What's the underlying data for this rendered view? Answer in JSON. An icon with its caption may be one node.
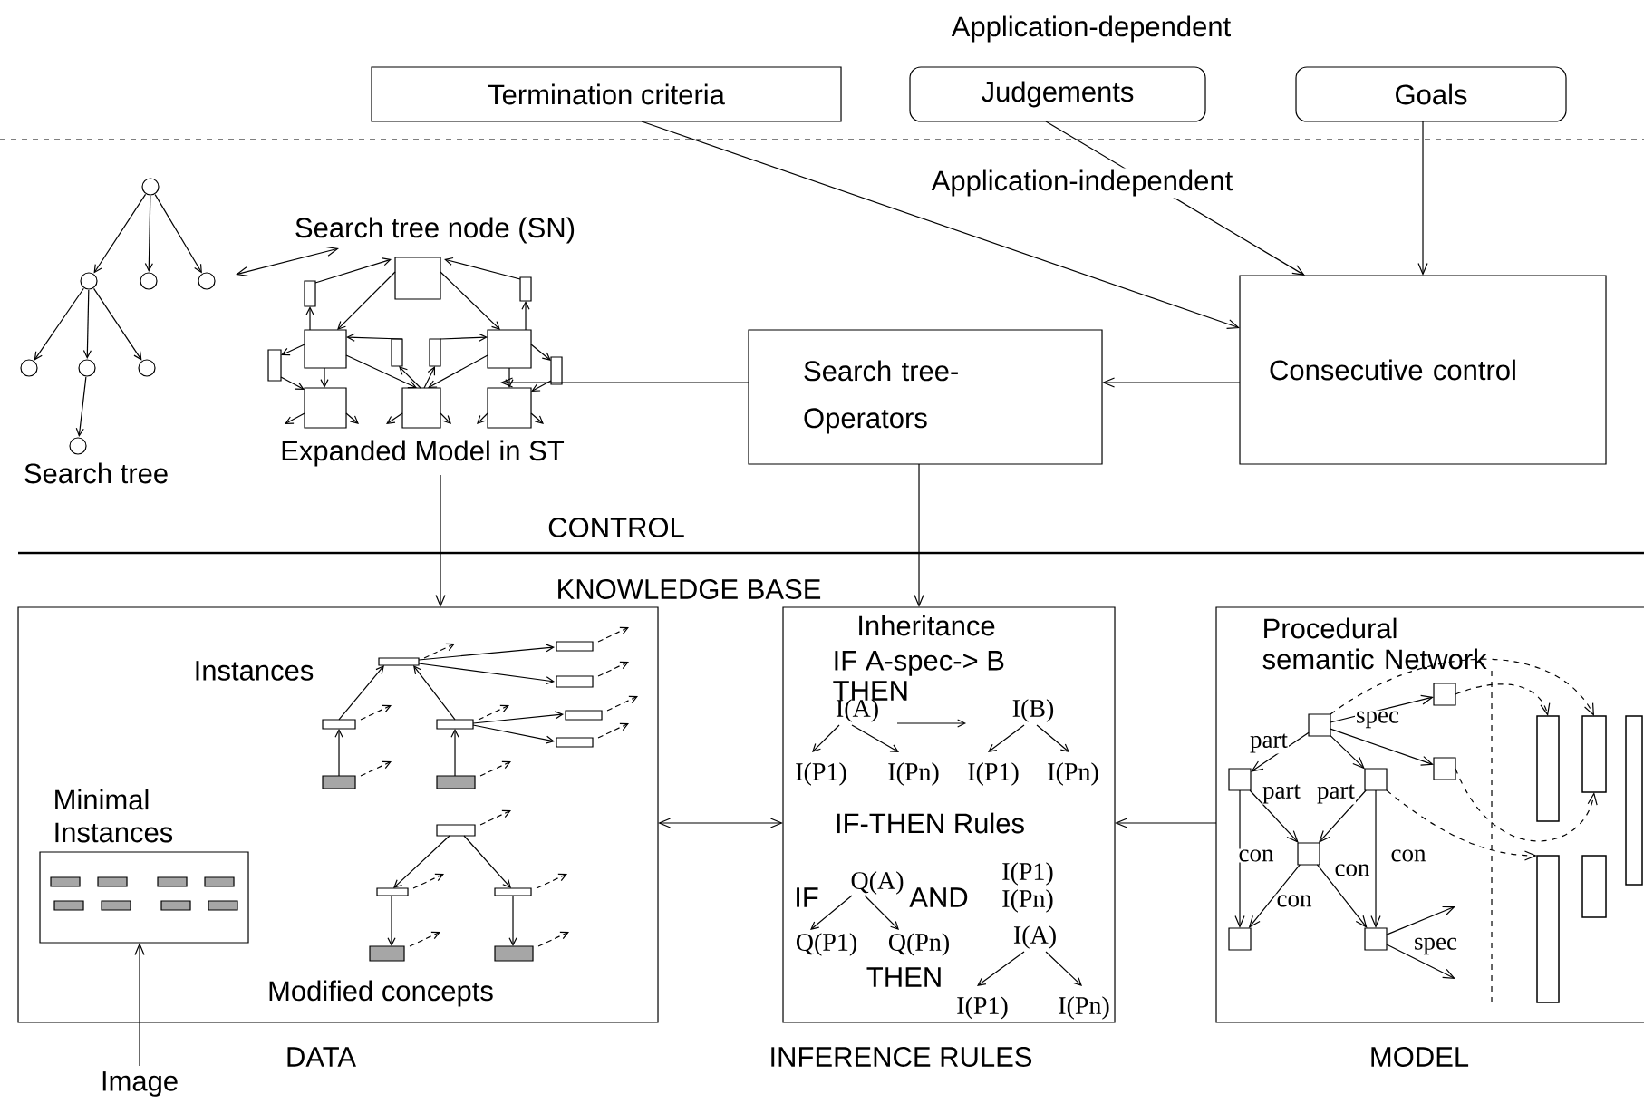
{
  "diagram": {
    "nodes": [
      {
        "text": [
          "Termination criteria"
        ]
      },
      {
        "text": [
          "Judgements"
        ]
      },
      {
        "text": [
          "Goals"
        ]
      },
      {
        "text": [
          "Consecutive control"
        ]
      },
      {
        "text": [
          "Search tree- Operators"
        ]
      },
      {
        "text": [
          "Search tree"
        ]
      },
      {
        "text": [
          "Search tree node (SN)",
          "Expanded Model in ST"
        ]
      },
      {
        "text": [
          "Instances",
          "Modified concepts"
        ],
        "beside": [
          "DATA"
        ]
      },
      {
        "text": [
          "Minimal Instances"
        ],
        "in": 7
      },
      {
        "text": [
          "Image"
        ]
      },
      {
        "text": [
          "Inheritance",
          "IF A-spec-> B",
          "THEN",
          "I(A)",
          "I(B)",
          "I(P1)",
          "I(Pn)",
          "I(P1)",
          "I(Pn)",
          "IF-THEN Rules",
          "IF",
          "Q(A)",
          "AND",
          "I(P1)",
          "I(Pn)",
          "Q(P1)",
          "Q(Pn)",
          "I(A)",
          "THEN",
          "I(P1)",
          "I(Pn)"
        ],
        "beside": [
          "INFERENCE RULES"
        ]
      },
      {
        "text": [
          "Procedural semantic Network"
        ],
        "beside": [
          "MODEL"
        ]
      },
      {
        "text": [],
        "shape": "box",
        "in": 11
      },
      {
        "text": [],
        "shape": "box",
        "in": 11
      },
      {
        "text": [],
        "shape": "box",
        "in": 11
      },
      {
        "text": [],
        "shape": "box",
        "in": 11
      },
      {
        "text": [],
        "shape": "box",
        "in": 11
      },
      {
        "text": [],
        "shape": "box",
        "in": 11
      },
      {
        "text": [],
        "shape": "box",
        "in": 11
      },
      {
        "text": [],
        "shape": "box",
        "in": 11
      },
      {
        "text": [],
        "shape": "bar",
        "in": 11
      },
      {
        "text": [],
        "shape": "bar",
        "in": 11
      },
      {
        "text": [],
        "shape": "bar",
        "in": 11
      },
      {
        "text": [],
        "shape": "bar",
        "in": 11
      },
      {
        "text": [],
        "shape": "bar",
        "in": 11
      }
    ],
    "edges": [
      {
        "from": 0,
        "to": 3,
        "arrow": "to"
      },
      {
        "from": 1,
        "to": 3,
        "arrow": "to"
      },
      {
        "from": 2,
        "to": 3,
        "arrow": "to"
      },
      {
        "from": 3,
        "to": 4,
        "arrow": "to"
      },
      {
        "from": 4,
        "to": 6,
        "arrow": "to"
      },
      {
        "from": 5,
        "to": 6,
        "arrow": "both"
      },
      {
        "from": 6,
        "to": 7,
        "arrow": "to"
      },
      {
        "from": 4,
        "to": 10,
        "arrow": "to"
      },
      {
        "from": 7,
        "to": 10,
        "arrow": "both"
      },
      {
        "from": 11,
        "to": 10,
        "arrow": "to"
      },
      {
        "from": 9,
        "to": 8,
        "arrow": "to"
      },
      {
        "from": 12,
        "to": 13,
        "arrow": "to",
        "label": "spec"
      },
      {
        "from": 12,
        "to": 14,
        "arrow": "to"
      },
      {
        "from": 12,
        "to": 15,
        "arrow": "to",
        "label": "part"
      },
      {
        "from": 12,
        "to": 16,
        "arrow": "to"
      },
      {
        "from": 15,
        "to": 17,
        "arrow": "to",
        "label": "part"
      },
      {
        "from": 16,
        "to": 17,
        "arrow": "to",
        "label": "part"
      },
      {
        "from": 15,
        "to": 18,
        "arrow": "to",
        "label": "con"
      },
      {
        "from": 16,
        "to": 19,
        "arrow": "to",
        "label": "con"
      },
      {
        "from": 17,
        "to": 18,
        "arrow": "to",
        "label": "con"
      },
      {
        "from": 17,
        "to": 19,
        "arrow": "to",
        "label": "con"
      },
      {
        "from": 19,
        "to": null,
        "arrow": "to",
        "label": "spec"
      },
      {
        "from": 19,
        "to": null,
        "arrow": "to"
      },
      {
        "from": 12,
        "to": 21,
        "arrow": "to",
        "style": "dashed"
      },
      {
        "from": 13,
        "to": 20,
        "arrow": "to",
        "style": "dashed"
      },
      {
        "from": 14,
        "to": 21,
        "arrow": "to",
        "style": "dashed"
      },
      {
        "from": 16,
        "to": 23,
        "arrow": "to",
        "style": "dashed"
      }
    ],
    "labels": [
      "Application-dependent",
      "Application-independent",
      "CONTROL",
      "KNOWLEDGE BASE"
    ]
  }
}
